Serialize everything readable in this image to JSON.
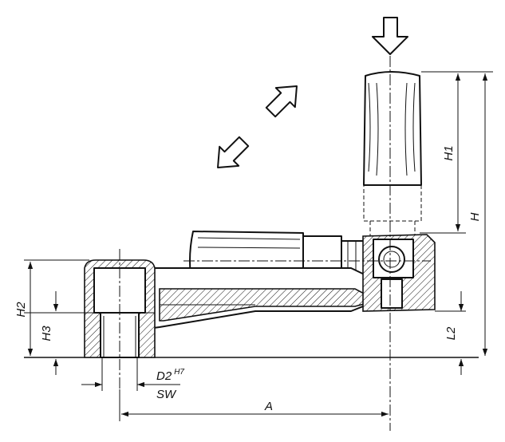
{
  "dimensions": {
    "h": "H",
    "h1": "H1",
    "h2": "H2",
    "h3": "H3",
    "l2": "L2",
    "a": "A",
    "d2": "D2",
    "d2_tolerance": "H7",
    "sw": "SW"
  }
}
